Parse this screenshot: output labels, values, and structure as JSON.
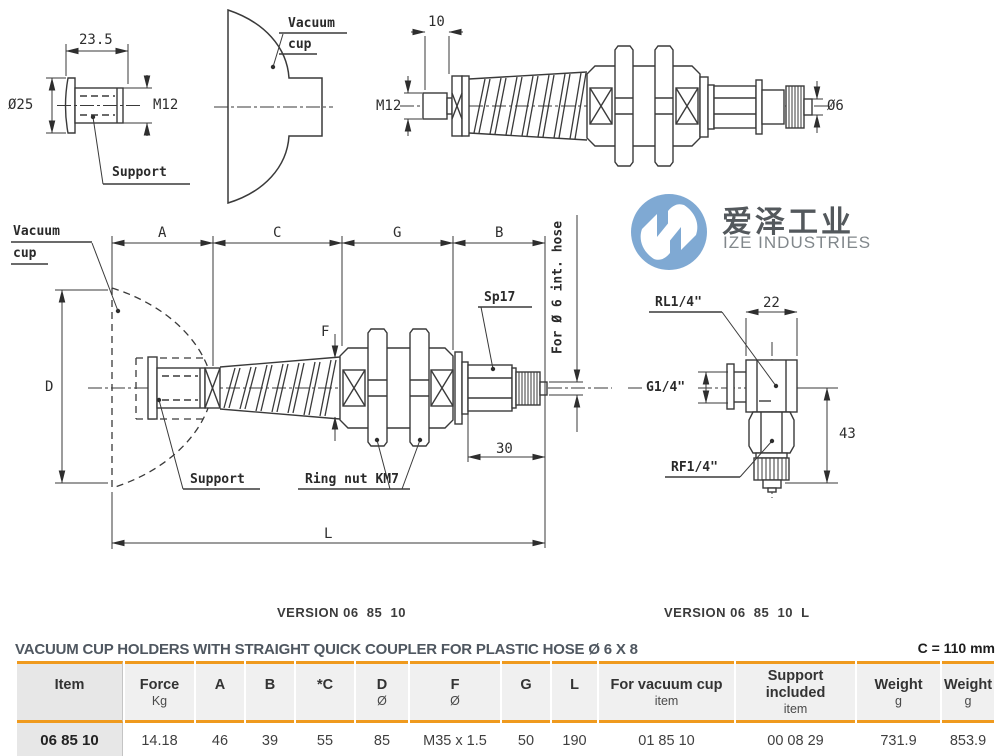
{
  "logo": {
    "company_cn": "爱泽工业",
    "company_en": "IZE INDUSTRIES",
    "mark_color": "#7fa9d3"
  },
  "versions": {
    "left": "VERSION 06  85  10",
    "right": "VERSION 06  85  10  L"
  },
  "drawings": {
    "support_detail": {
      "width": "23.5",
      "diameter": "Ø25",
      "thread": "M12",
      "support_label": "Support"
    },
    "cup_detail": {
      "label_line1": "Vacuum",
      "label_line2": "cup"
    },
    "holder_side": {
      "stud_len": "10",
      "thread": "M12",
      "hose_dia": "Ø6"
    },
    "assembly": {
      "cup_line1": "Vacuum",
      "cup_line2": "cup",
      "dim_a": "A",
      "dim_c": "C",
      "dim_g": "G",
      "dim_b": "B",
      "dim_d": "D",
      "dim_f": "F",
      "dim_l": "L",
      "dim_30": "30",
      "sp17": "Sp17",
      "hose_note": "For Ø 6 int. hose",
      "support_label": "Support",
      "ring_nut_label": "Ring nut KM7"
    },
    "elbow": {
      "rl": "RL1/4\"",
      "dim_22": "22",
      "g": "G1/4\"",
      "dim_43": "43",
      "rf": "RF1/4\""
    }
  },
  "table": {
    "title": "VACUUM CUP HOLDERS WITH STRAIGHT QUICK COUPLER FOR PLASTIC HOSE Ø 6 X 8",
    "note": "C = 110 mm",
    "columns": [
      {
        "label": "Item",
        "unit": ""
      },
      {
        "label": "Force",
        "unit": "Kg"
      },
      {
        "label": "A",
        "unit": ""
      },
      {
        "label": "B",
        "unit": ""
      },
      {
        "label": "*C",
        "unit": ""
      },
      {
        "label": "D",
        "unit": "Ø"
      },
      {
        "label": "F",
        "unit": "Ø"
      },
      {
        "label": "G",
        "unit": ""
      },
      {
        "label": "L",
        "unit": ""
      },
      {
        "label": "For vacuum cup",
        "unit": "item"
      },
      {
        "label": "Support included",
        "unit": "item"
      },
      {
        "label": "Weight",
        "unit": "g"
      },
      {
        "label": "Weight",
        "unit": "g"
      }
    ],
    "rows": [
      [
        "06 85 10",
        "14.18",
        "46",
        "39",
        "55",
        "85",
        "M35 x 1.5",
        "50",
        "190",
        "01 85 10",
        "00 08 29",
        "731.9",
        "853.9"
      ]
    ]
  },
  "colors": {
    "accent": "#ef9a1e",
    "line": "#3a3a3a"
  }
}
